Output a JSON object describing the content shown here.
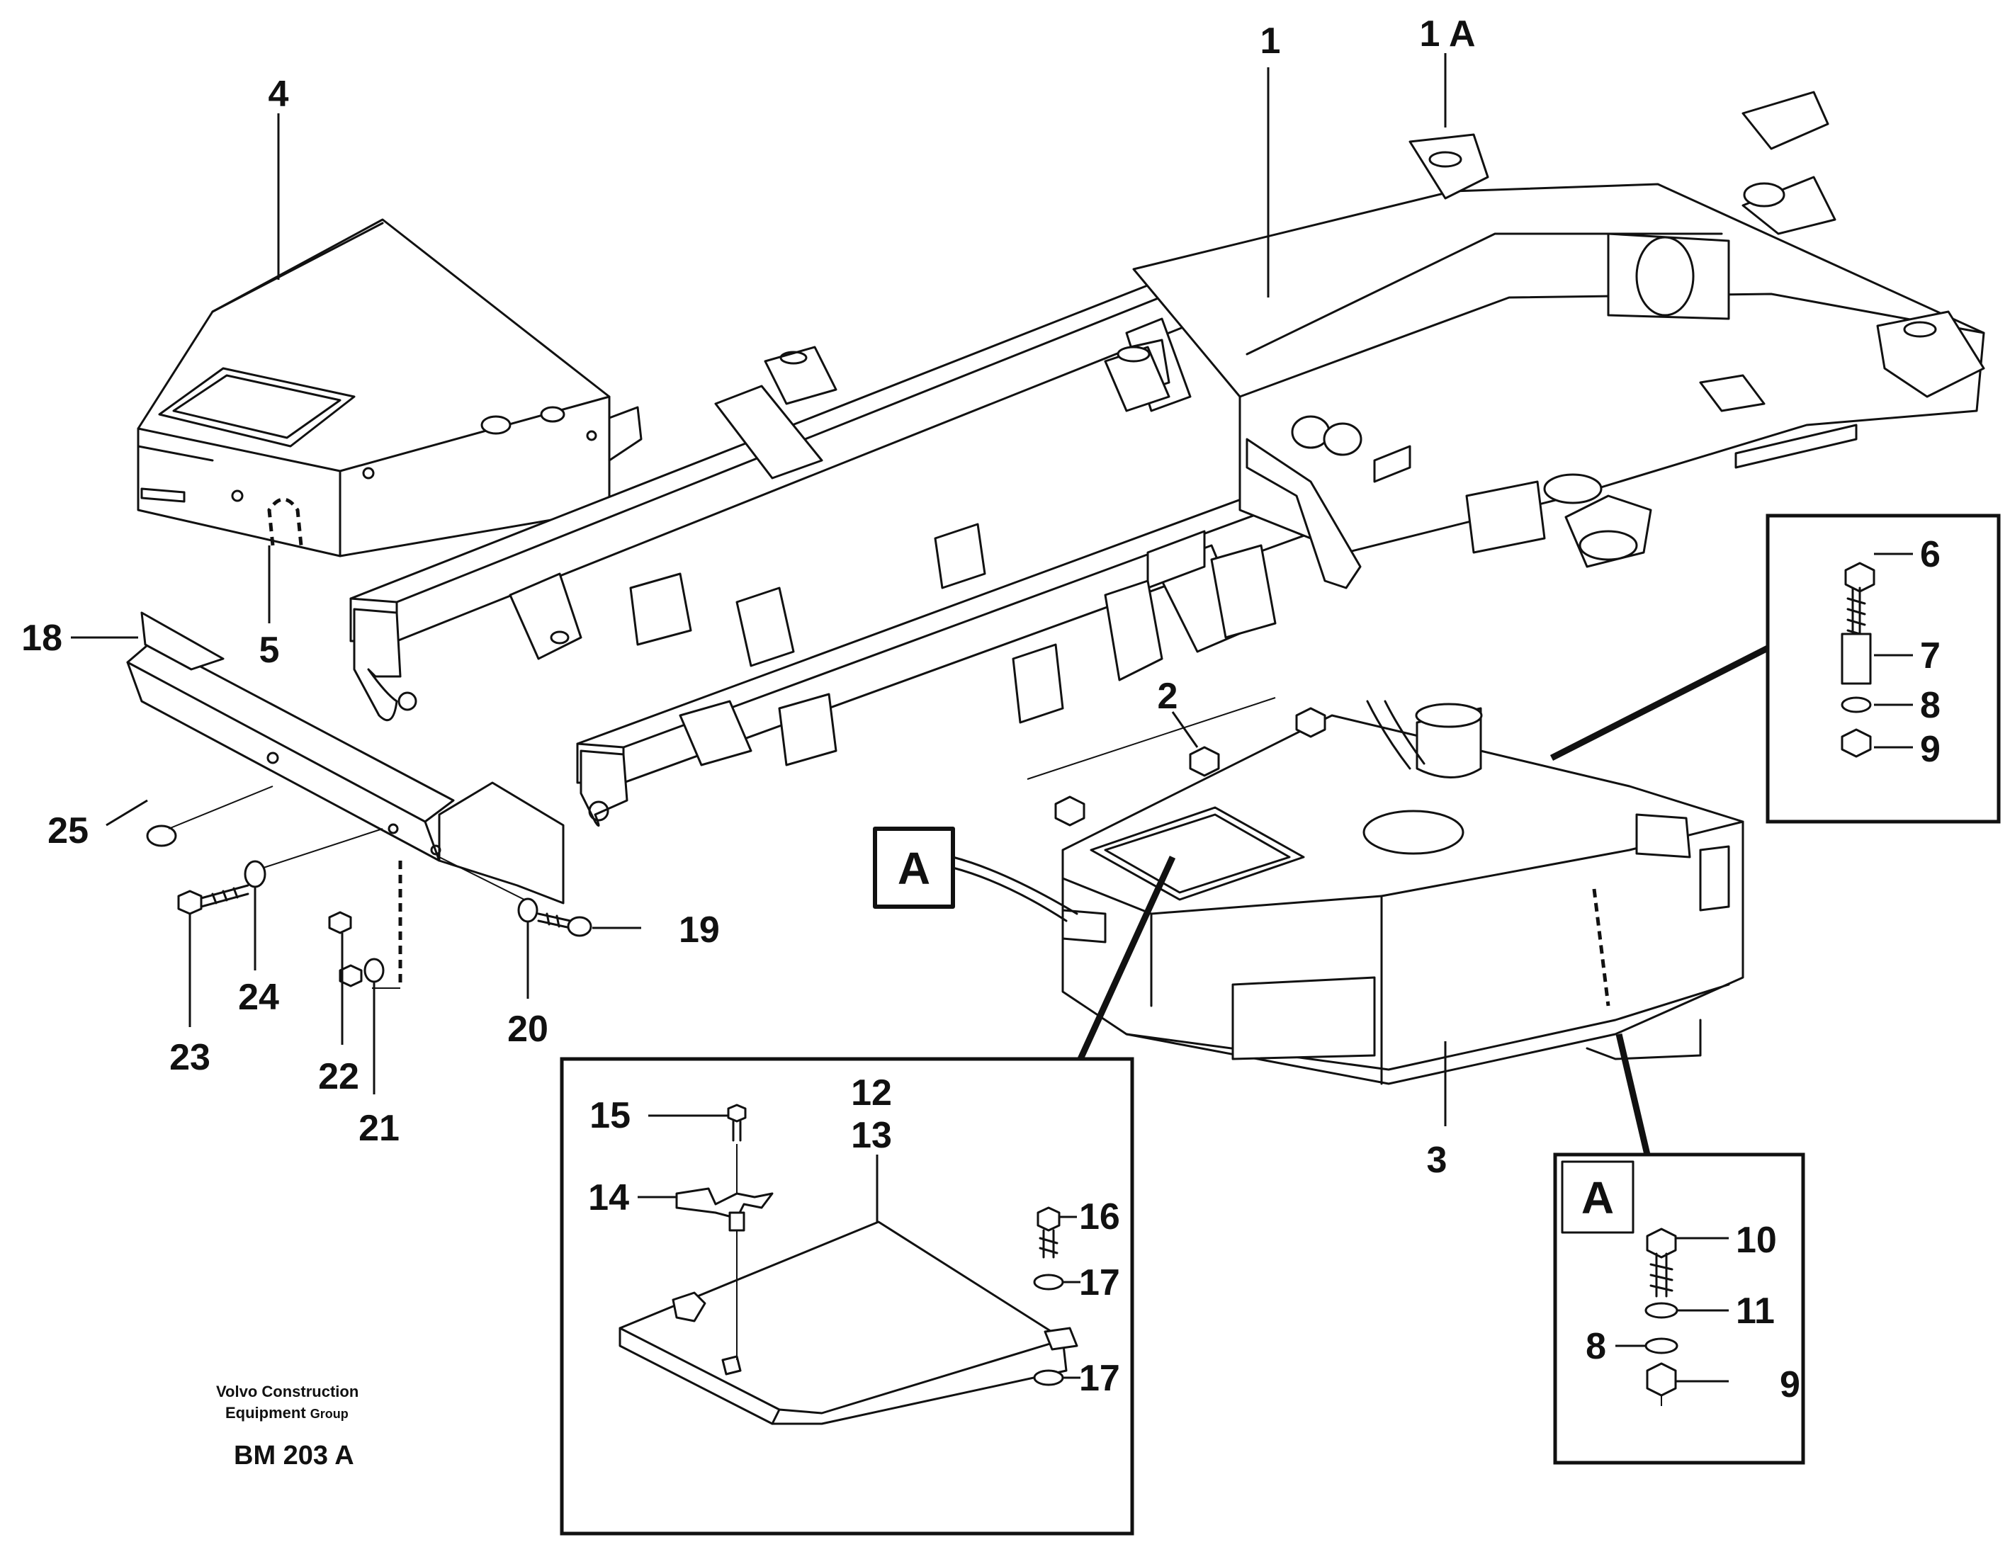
{
  "parts": {
    "p1": "1",
    "p1A": "1 A",
    "p2": "2",
    "p3": "3",
    "p4": "4",
    "p5": "5",
    "p6": "6",
    "p7": "7",
    "p8a": "8",
    "p9a": "9",
    "p10": "10",
    "p11": "11",
    "p8b": "8",
    "p9b": "9",
    "p12": "12",
    "p13": "13",
    "p14": "14",
    "p15": "15",
    "p16": "16",
    "p17a": "17",
    "p17b": "17",
    "p18": "18",
    "p19": "19",
    "p20": "20",
    "p21": "21",
    "p22": "22",
    "p23": "23",
    "p24": "24",
    "p25": "25"
  },
  "detail_markers": {
    "left": "A",
    "right": "A"
  },
  "credit": {
    "line1": "Volvo Construction",
    "line2_main": "Equipment",
    "line2_small": "Group",
    "code": "BM 203 A"
  }
}
